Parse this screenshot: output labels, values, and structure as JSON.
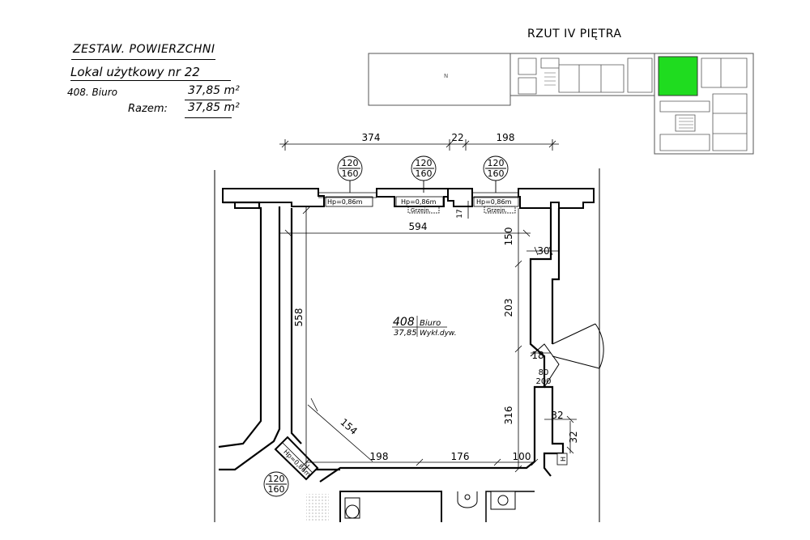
{
  "summary": {
    "title": "ZESTAW. POWIERZCHNI",
    "unit_title": "Lokal użytkowy nr 22",
    "room_line_name": "408. Biuro",
    "room_line_area": "37,85 m²",
    "total_label": "Razem:",
    "total_area": "37,85 m²"
  },
  "key_plan": {
    "title": "RZUT IV PIĘTRA",
    "north_mark": "N",
    "highlight_color": "#1fdc1f"
  },
  "plan": {
    "room": {
      "number": "408",
      "name": "Biuro",
      "area": "37,85",
      "finish": "Wykł.dyw."
    },
    "windows": [
      {
        "top": "120",
        "bottom": "160",
        "sill": "Hp=0,86m",
        "heater": ""
      },
      {
        "top": "120",
        "bottom": "160",
        "sill": "Hp=0,86m",
        "heater": "Grzejn."
      },
      {
        "top": "120",
        "bottom": "160",
        "sill": "Hp=0,86m",
        "heater": "Grzejn."
      },
      {
        "top": "120",
        "bottom": "160",
        "sill": "Hp=0,86m",
        "heater": ""
      }
    ],
    "dimensions": {
      "top_a": "374",
      "top_b": "22",
      "top_c": "198",
      "inner_width": "594",
      "left_height": "558",
      "right_a": "150",
      "right_b": "203",
      "right_c": "316",
      "reveal_30": "30",
      "reveal_18": "18",
      "bottom_a": "198",
      "bottom_b": "176",
      "bottom_c": "100",
      "diagonal": "154",
      "small_17": "17",
      "column_32a": "32",
      "column_32b": "32"
    },
    "door": {
      "top": "80",
      "bottom": "200"
    },
    "hydrant": "H"
  }
}
